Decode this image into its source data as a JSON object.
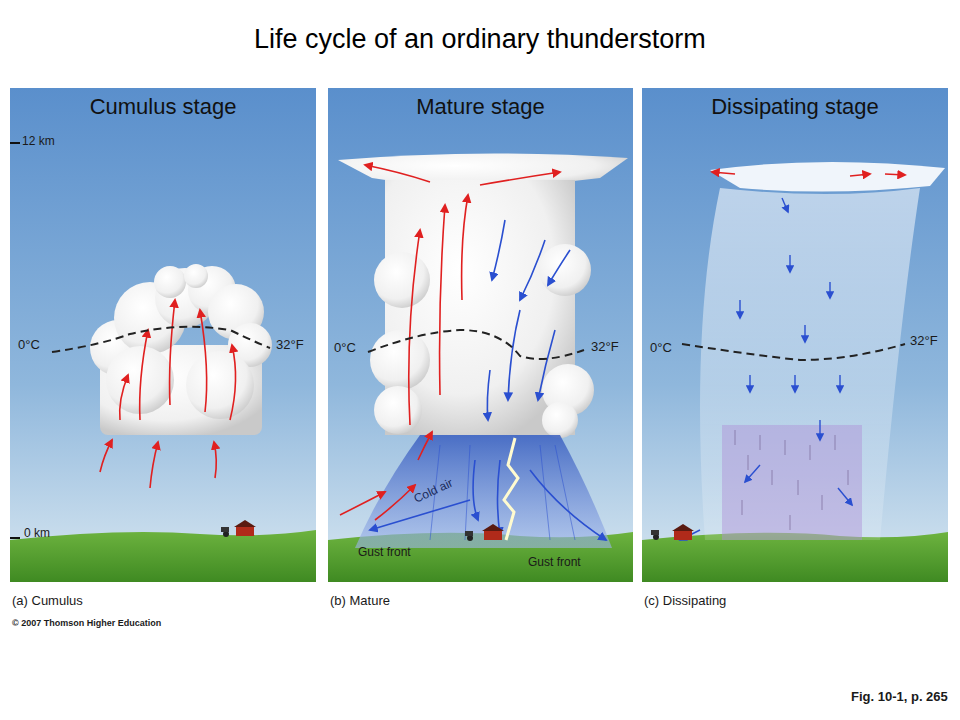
{
  "diagram": {
    "title": "Life cycle of an ordinary thunderstorm",
    "caption": "Fig. 10-1, p. 265",
    "nodes": [
      {
        "text": [
          "Cumulus stage"
        ]
      },
      {
        "text": [
          "Mature stage"
        ]
      },
      {
        "text": [
          "Dissipating stage"
        ]
      }
    ],
    "labels": [
      "12 km",
      "0 km",
      "0°C",
      "32°F",
      "0°C",
      "32°F",
      "Cold air",
      "Gust front",
      "Gust front",
      "0°C",
      "32°F",
      "(a) Cumulus",
      "(b) Mature",
      "(c) Dissipating",
      "© 2007 Thomson Higher Education"
    ]
  }
}
